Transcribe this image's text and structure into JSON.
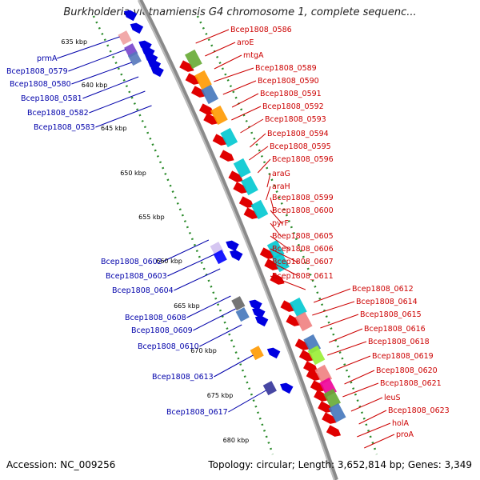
{
  "title": "Burkholderia vietnamiensis G4 chromosome 1, complete sequenc...",
  "footer": {
    "accession": "Accession: NC_009256",
    "topology": "Topology: circular; Length: 3,652,814 bp; Genes: 3,349"
  },
  "ticks": [
    "635 kbp",
    "640 kbp",
    "645 kbp",
    "650 kbp",
    "655 kbp",
    "660 kbp",
    "665 kbp",
    "670 kbp",
    "675 kbp",
    "680 kbp"
  ],
  "labels_red": [
    "Bcep1808_0586",
    "aroE",
    "mtgA",
    "Bcep1808_0589",
    "Bcep1808_0590",
    "Bcep1808_0591",
    "Bcep1808_0592",
    "Bcep1808_0593",
    "Bcep1808_0594",
    "Bcep1808_0595",
    "Bcep1808_0596",
    "araG",
    "araH",
    "Bcep1808_0599",
    "Bcep1808_0600",
    "pyrF",
    "Bcep1808_0605",
    "Bcep1808_0606",
    "Bcep1808_0607",
    "Bcep1808_0611",
    "Bcep1808_0612",
    "Bcep1808_0614",
    "Bcep1808_0615",
    "Bcep1808_0616",
    "Bcep1808_0618",
    "Bcep1808_0619",
    "Bcep1808_0620",
    "Bcep1808_0621",
    "leuS",
    "Bcep1808_0623",
    "holA",
    "proA"
  ],
  "labels_blue": [
    "prmA",
    "Bcep1808_0579",
    "Bcep1808_0580",
    "Bcep1808_0581",
    "Bcep1808_0582",
    "Bcep1808_0583",
    "Bcep1808_0602",
    "Bcep1808_0603",
    "Bcep1808_0604",
    "Bcep1808_0608",
    "Bcep1808_0609",
    "Bcep1808_0610",
    "Bcep1808_0613",
    "Bcep1808_0617"
  ],
  "colors": {
    "backbone": "#8a8a8a",
    "forward": "#e00000",
    "reverse": "#0000e0",
    "label_red": "#cc0000",
    "label_blue": "#0000aa",
    "tick_dots": "#2a8a2a"
  }
}
